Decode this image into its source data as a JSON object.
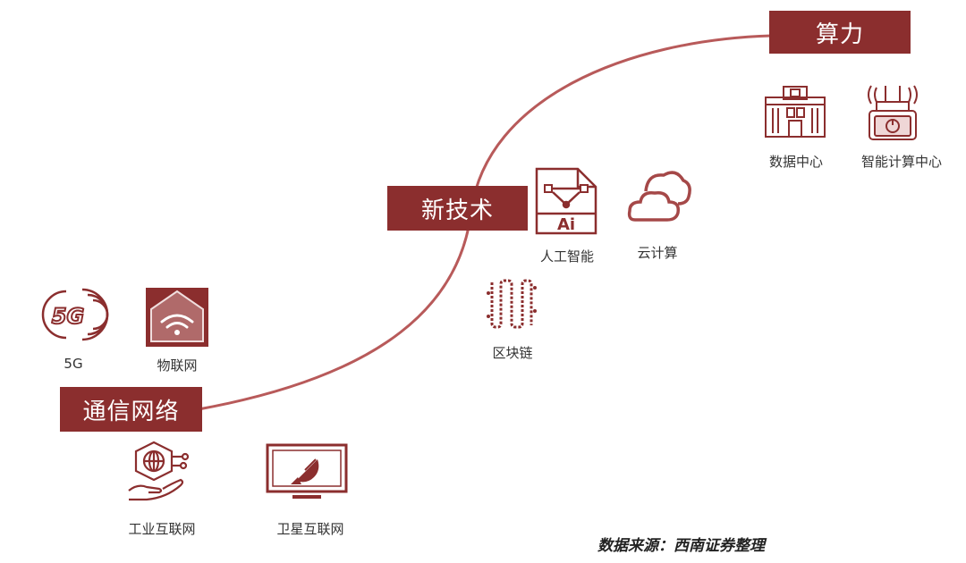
{
  "accent_color": "#8b2e2e",
  "stages": {
    "compute": "算力",
    "new_tech": "新技术",
    "network": "通信网络"
  },
  "items": {
    "data_center": "数据中心",
    "intelligent_computing_center": "智能计算中心",
    "artificial_intelligence": "人工智能",
    "cloud_computing": "云计算",
    "blockchain": "区块链",
    "5g": "5G",
    "iot": "物联网",
    "industrial_internet": "工业互联网",
    "satellite_internet": "卫星互联网"
  },
  "icon_texts": {
    "5g_badge": "5G",
    "ai_file": "Ai"
  },
  "source_note": "数据来源：西南证券整理"
}
